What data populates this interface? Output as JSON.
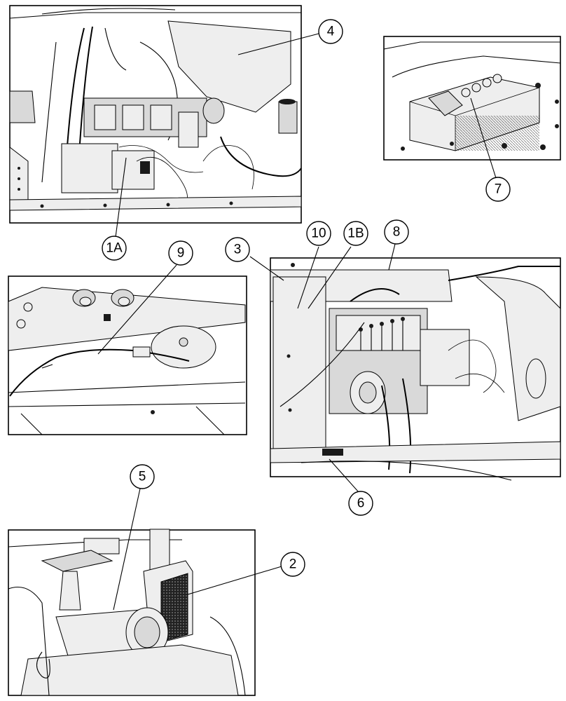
{
  "callouts": {
    "c4": "4",
    "c1a": "1A",
    "c7": "7",
    "c9": "9",
    "c3": "3",
    "c10": "10",
    "c1b": "1B",
    "c8": "8",
    "c6": "6",
    "c5": "5",
    "c2": "2"
  },
  "panels": [
    {
      "id": "engine-bay-top-left",
      "callouts": [
        "4",
        "1A"
      ]
    },
    {
      "id": "battery-detail",
      "callouts": [
        "7"
      ]
    },
    {
      "id": "harness-detail",
      "callouts": [
        "9"
      ]
    },
    {
      "id": "engine-side-view",
      "callouts": [
        "3",
        "10",
        "1B",
        "8",
        "6"
      ]
    },
    {
      "id": "air-cleaner-exhaust",
      "callouts": [
        "5",
        "2"
      ]
    }
  ]
}
